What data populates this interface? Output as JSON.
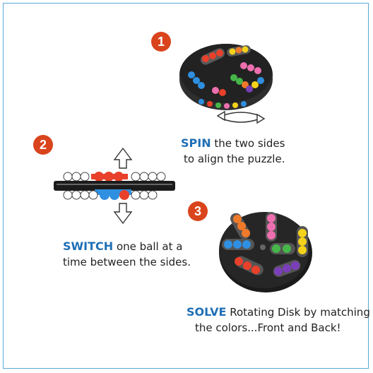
{
  "steps": [
    {
      "number": "1",
      "keyword": "SPIN",
      "line1_rest": " the two sides",
      "line2": "to align the puzzle."
    },
    {
      "number": "2",
      "keyword": "SWITCH",
      "line1_rest": " one ball at a",
      "line2": "time between the sides."
    },
    {
      "number": "3",
      "keyword": "SOLVE",
      "line1_rest": " Rotating Disk by matching",
      "line2": "the colors...Front and Back!"
    }
  ],
  "colors": {
    "badge": "#d9441c",
    "keyword": "#1f6fb5",
    "frame": "#5aa9d6",
    "disk": "#222222",
    "ball_red": "#e8402a",
    "ball_orange": "#f07a2a",
    "ball_pink": "#ee6fb0",
    "ball_yellow": "#f5d21a",
    "ball_blue": "#2f8fe0",
    "ball_green": "#45b649",
    "ball_purple": "#7a3fb8"
  },
  "icons": [
    "spin-arrows-icon",
    "up-arrow-icon",
    "down-arrow-icon"
  ]
}
